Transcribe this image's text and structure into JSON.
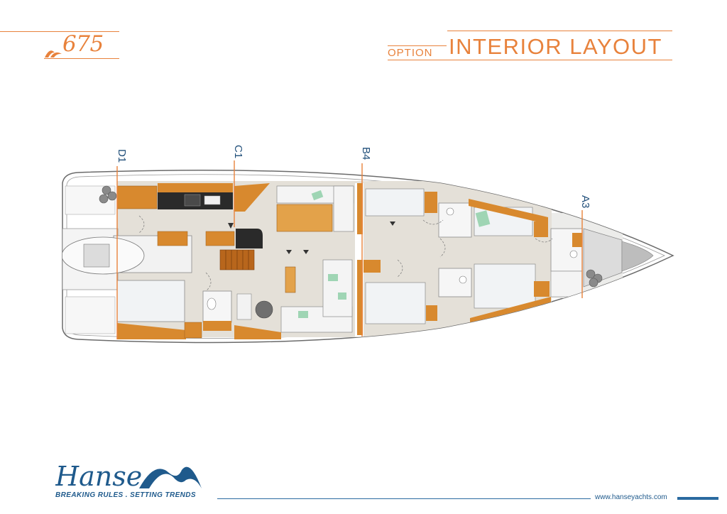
{
  "header": {
    "model_number": "675",
    "option_label": "OPTION",
    "title": "INTERIOR LAYOUT"
  },
  "markers": [
    {
      "label": "D1"
    },
    {
      "label": "C1"
    },
    {
      "label": "B4"
    },
    {
      "label": "A3"
    }
  ],
  "footer": {
    "brand": "Hanse",
    "tagline": "BREAKING RULES . SETTING TRENDS",
    "url": "www.hanseyachts.com"
  },
  "colors": {
    "accent_orange": "#e8823c",
    "brand_blue": "#1f4e79",
    "wood": "#d8892e",
    "floor": "#e4e0d8",
    "hull_outline": "#6b6b6b"
  }
}
